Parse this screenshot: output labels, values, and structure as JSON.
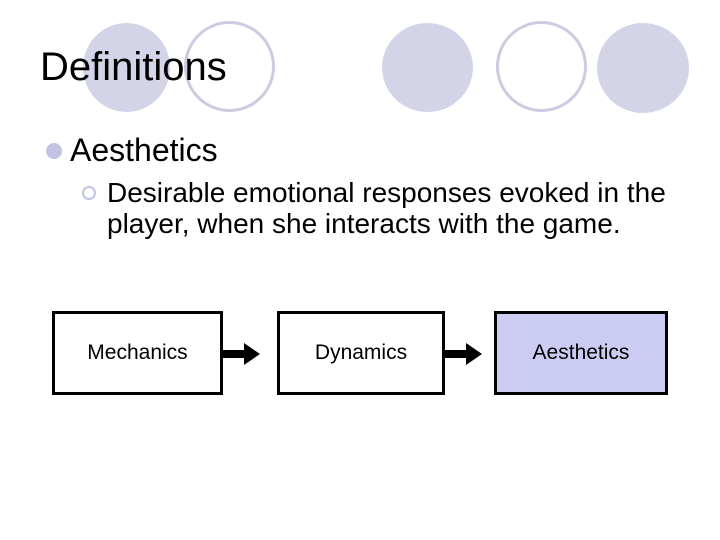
{
  "slide": {
    "title": "Definitions",
    "bullets": {
      "level1": "Aesthetics",
      "level2_lines": [
        "Desirable emotional responses evoked in the",
        "player, when she interacts with the game."
      ]
    },
    "diagram": {
      "boxes": [
        {
          "label": "Mechanics",
          "fill": "#FFFFFF",
          "highlighted": false
        },
        {
          "label": "Dynamics",
          "fill": "#FFFFFF",
          "highlighted": false
        },
        {
          "label": "Aesthetics",
          "fill": "#CCCCF2",
          "highlighted": true
        }
      ],
      "arrow_color": "#000000"
    },
    "decor": {
      "circle_fill": "#D4D4E8",
      "circle_outline": "#CBCBE2",
      "bullet_dot_fill": "#C2C2E4",
      "bullet_ring_color": "#C2C2E4"
    },
    "text_color": "#000000"
  }
}
